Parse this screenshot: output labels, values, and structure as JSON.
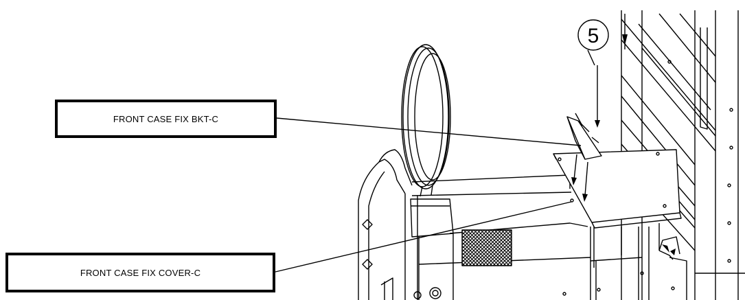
{
  "callouts": {
    "bracket_label": "FRONT CASE FIX BKT-C",
    "cover_label": "FRONT CASE FIX COVER-C"
  },
  "step": {
    "number": "5"
  },
  "colors": {
    "line": "#000000",
    "background": "#ffffff"
  }
}
